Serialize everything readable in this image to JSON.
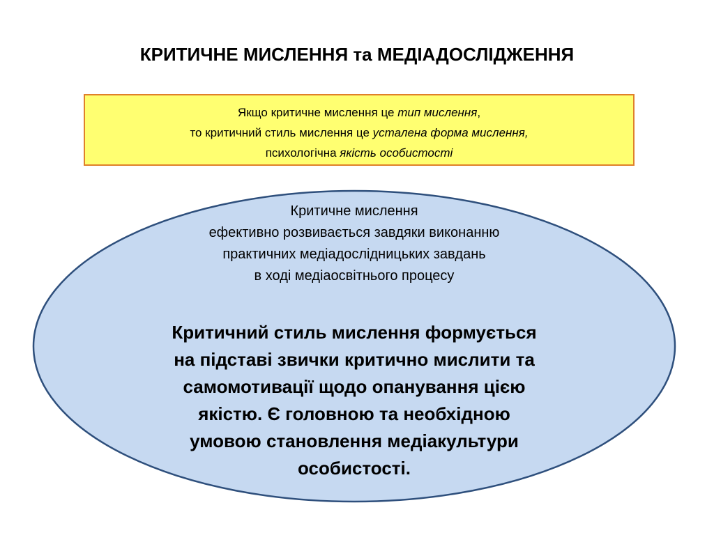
{
  "title": {
    "main": "КРИТИЧНЕ МИСЛЕННЯ",
    "connector": "та",
    "tail": "МЕДІАДОСЛІДЖЕННЯ"
  },
  "definition": {
    "line1_plain": "Якщо критичне мислення це ",
    "line1_italic": "тип мислення",
    "line1_end": ",",
    "line2_plain": "то критичний стиль мислення це ",
    "line2_italic": "усталена форма мислення,",
    "line3_plain": "психологічна ",
    "line3_italic": "якість особистості"
  },
  "ellipse": {
    "small_lines": [
      "Критичне мислення",
      "ефективно розвивається завдяки виконанню",
      "практичних медіадослідницьких завдань",
      "в ході медіаосвітнього процесу"
    ],
    "big_lines": [
      "Критичний стиль мислення формується",
      "на підставі звички критично мислити та",
      "самомотивації щодо опанування цією",
      "якістю. Є головною та необхідною",
      "умовою становлення медіакультури",
      "особистості."
    ]
  },
  "colors": {
    "box_fill": "#ffff71",
    "box_border": "#e0802a",
    "ellipse_fill": "#c6d9f1",
    "ellipse_border": "#2e4f7c"
  }
}
